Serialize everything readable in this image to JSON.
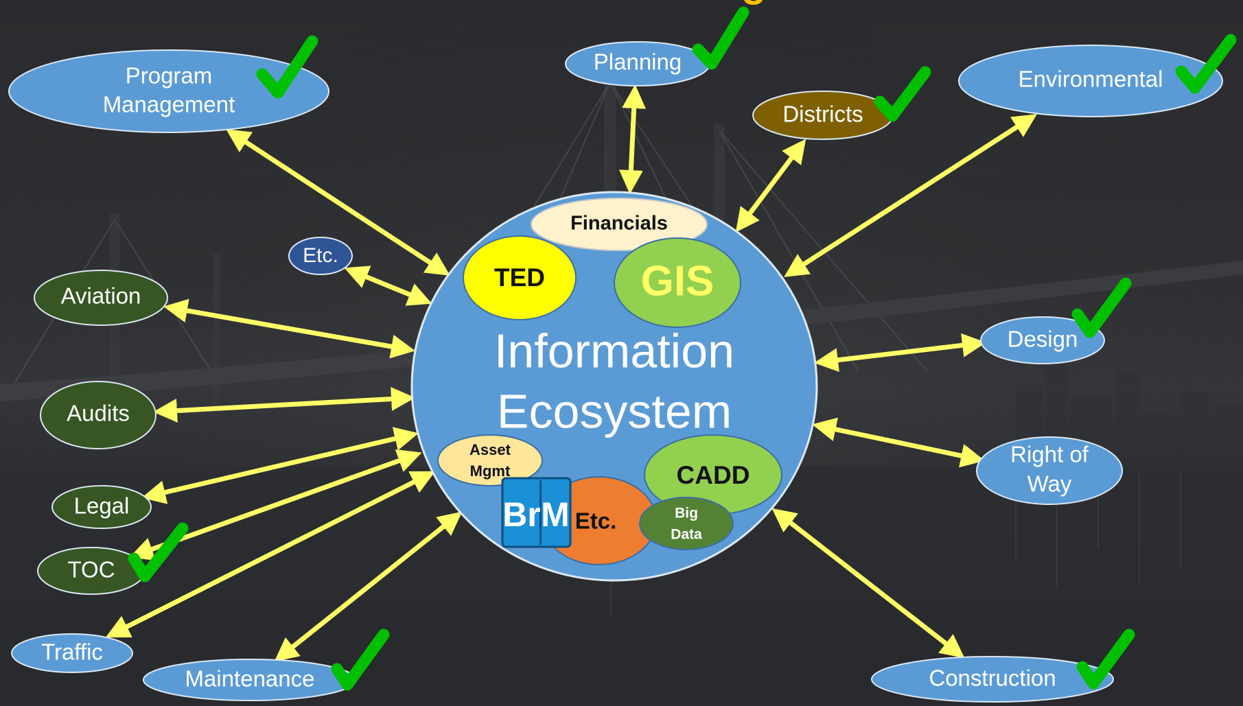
{
  "center": {
    "line1": "Information",
    "line2": "Ecosystem"
  },
  "inner": {
    "financials": "Financials",
    "ted": "TED",
    "gis": "GIS",
    "asset_line1": "Asset",
    "asset_line2": "Mgmt",
    "cadd": "CADD",
    "brm_br": "Br",
    "brm_m": "M",
    "etc": "Etc.",
    "bigdata_line1": "Big",
    "bigdata_line2": "Data"
  },
  "nodes": {
    "program_management": {
      "line1": "Program",
      "line2": "Management"
    },
    "planning": "Planning",
    "districts": "Districts",
    "environmental": "Environmental",
    "etc": "Etc.",
    "aviation": "Aviation",
    "audits": "Audits",
    "legal": "Legal",
    "toc": "TOC",
    "traffic": "Traffic",
    "maintenance": "Maintenance",
    "design": "Design",
    "right_of_way": {
      "line1": "Right of",
      "line2": "Way"
    },
    "construction": "Construction"
  },
  "colors": {
    "node_blue": "#5b9bd5",
    "node_green": "#375623",
    "node_brown": "#7f6000",
    "node_navy": "#2f5597",
    "arrow": "#ffff66",
    "check": "#00c000",
    "ted": "#ffff00",
    "gis": "#92d050",
    "cadd": "#92d050",
    "asset": "#ffe699",
    "etc_orange": "#ed7d31",
    "bigdata": "#548235",
    "financials": "#fff2cc"
  }
}
